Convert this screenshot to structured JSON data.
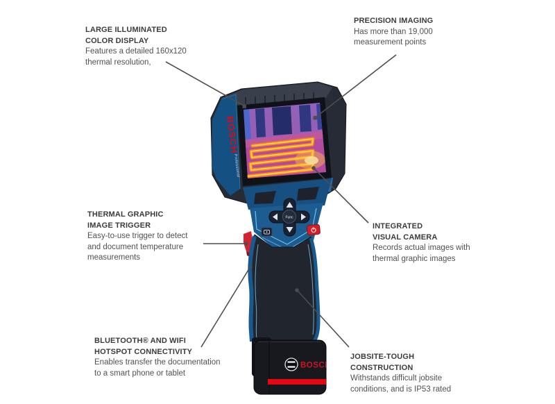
{
  "page": {
    "background": "#ffffff"
  },
  "device": {
    "kind": "thermal-imaging-camera",
    "side_logo": "BOSCH",
    "side_sublabel": "Professional",
    "func_button_label": "Func",
    "battery_logo": "BOSCH",
    "colors": {
      "bosch_red": "#e30613",
      "bosch_blue": "#1c5c90",
      "body_dark": "#23262e",
      "screen_wall_purple": "#9168bf",
      "screen_floor_magenta": "#b04b9d",
      "coil_orange": "#ff7d1f",
      "coil_yellow": "#ffd34d",
      "callout_line": "#4d4d4d"
    }
  },
  "callouts": [
    {
      "id": "display",
      "title_lines": [
        "LARGE ILLUMINATED",
        "COLOR DISPLAY"
      ],
      "body_lines": [
        "Features a detailed 160x120",
        "thermal resolution,"
      ]
    },
    {
      "id": "precision",
      "title_lines": [
        "PRECISION IMAGING"
      ],
      "body_lines": [
        "Has more than 19,000",
        "measurement points"
      ]
    },
    {
      "id": "trigger",
      "title_lines": [
        "THERMAL GRAPHIC",
        "IMAGE TRIGGER"
      ],
      "body_lines": [
        "Easy-to-use trigger to detect",
        "and document temperature",
        "measurements"
      ]
    },
    {
      "id": "camera",
      "title_lines": [
        "INTEGRATED",
        "VISUAL CAMERA"
      ],
      "body_lines": [
        "Records actual images with",
        "thermal graphic images"
      ]
    },
    {
      "id": "bluetooth",
      "title_lines": [
        "BLUETOOTH® AND WIFI",
        "HOTSPOT CONNECTIVITY"
      ],
      "body_lines": [
        "Enables transfer the documentation",
        "to a smart phone or tablet"
      ]
    },
    {
      "id": "jobsite",
      "title_lines": [
        "JOBSITE-TOUGH",
        "CONSTRUCTION"
      ],
      "body_lines": [
        "Withstands difficult jobsite",
        "conditions, and is IP53 rated"
      ]
    }
  ]
}
